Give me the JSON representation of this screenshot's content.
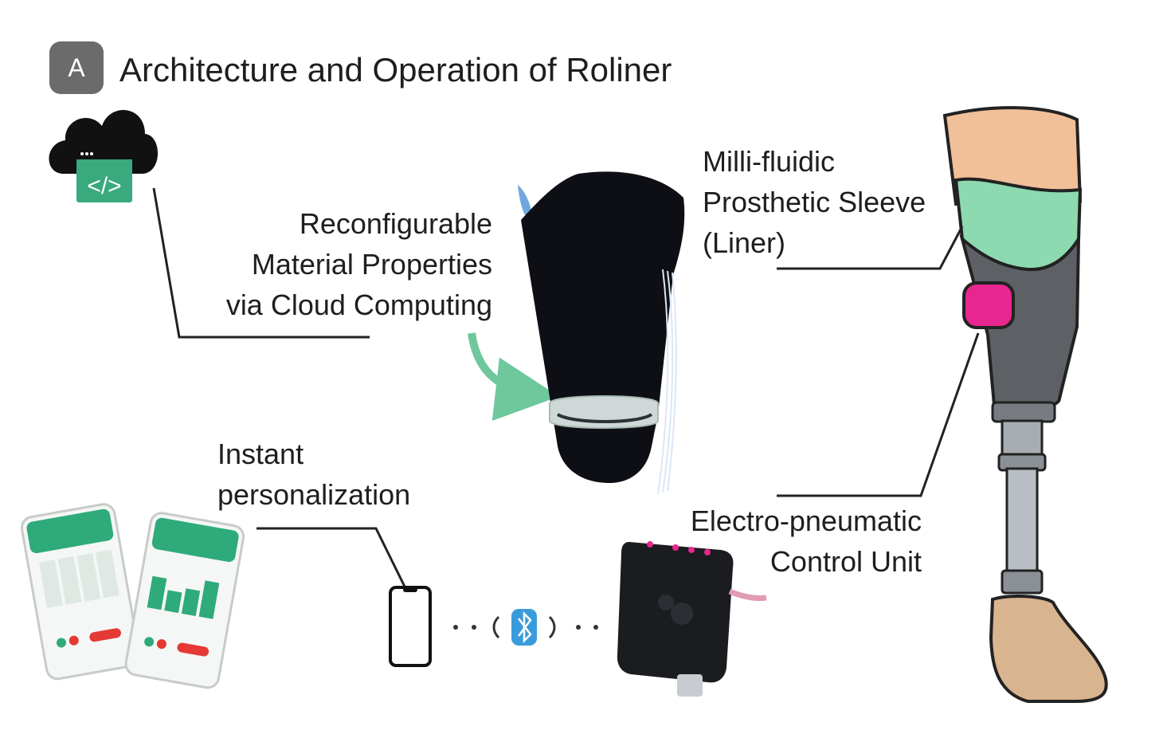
{
  "header": {
    "badge": "A",
    "title": "Architecture and Operation of Roliner"
  },
  "labels": {
    "cloud": [
      "Reconfigurable",
      "Material Properties",
      "via Cloud Computing"
    ],
    "sleeve": [
      "Milli-fluidic",
      "Prosthetic Sleeve",
      "(Liner)"
    ],
    "app": [
      "Instant",
      "personalization"
    ],
    "control": [
      "Electro-pneumatic",
      "Control Unit"
    ]
  },
  "icons": [
    "cloud-code-icon",
    "smartphone-icon",
    "bluetooth-icon"
  ],
  "colors": {
    "accent_green": "#3db389",
    "mint": "#8dd9b0",
    "skin": "#f1bf98",
    "magenta": "#e8268f",
    "bluetooth_blue": "#3a9bdc",
    "badge_gray": "#6b6b6b"
  }
}
